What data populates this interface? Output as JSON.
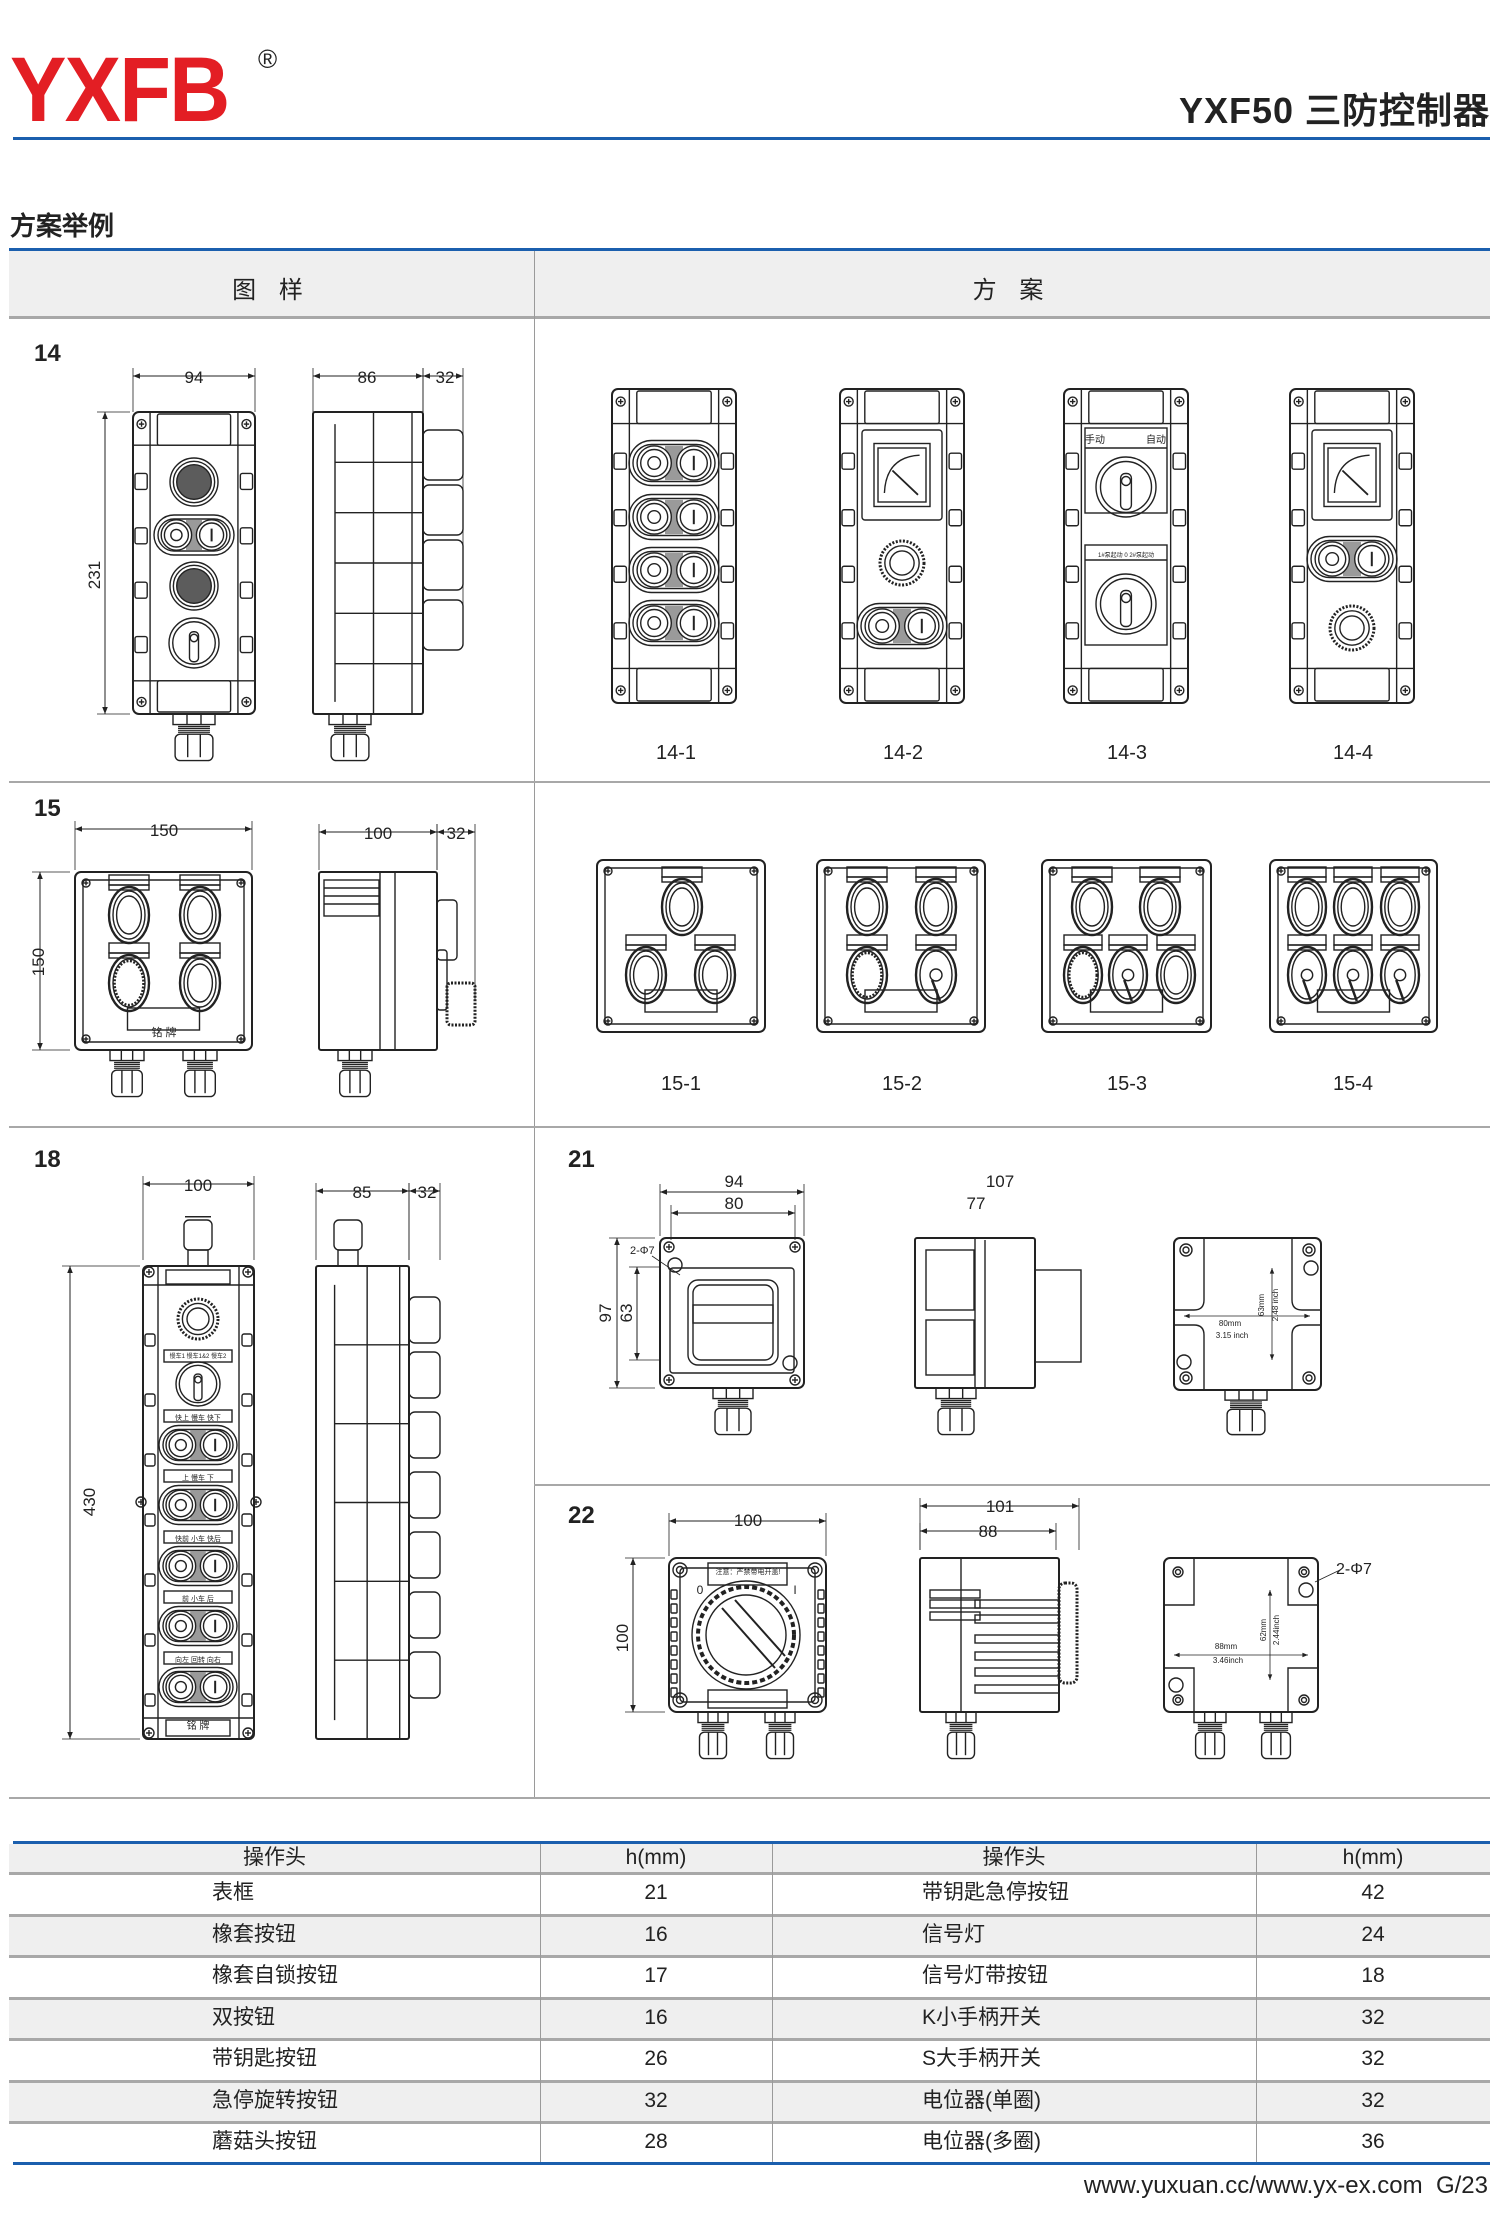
{
  "brand": {
    "logo": "YXFB",
    "registered": "®",
    "logo_color": "#e31e24"
  },
  "header": {
    "title": "YXF50 三防控制器"
  },
  "section_title": "方案举例",
  "colors": {
    "accent": "#1b5fae",
    "header_bg": "#efefef",
    "row_alt_bg": "#efefef"
  },
  "examples": {
    "col_headers": {
      "drawing": "图 样",
      "scheme": "方 案"
    },
    "s14": {
      "label": "14",
      "dims": {
        "front_width": "94",
        "front_height": "231",
        "side_depth": "86",
        "side_protrusion": "32"
      },
      "variants": [
        "14-1",
        "14-2",
        "14-3",
        "14-4"
      ],
      "panel_texts": {
        "manual": "手动",
        "auto": "自动",
        "pump_select": "1#泵起动  0  2#泵起动"
      }
    },
    "s15": {
      "label": "15",
      "dims": {
        "front_width": "150",
        "front_height": "150",
        "side_depth": "100",
        "side_protrusion": "32"
      },
      "nameplate": "铭 牌",
      "variants": [
        "15-1",
        "15-2",
        "15-3",
        "15-4"
      ]
    },
    "s18": {
      "label": "18",
      "dims": {
        "front_width": "100",
        "front_height": "430",
        "side_depth": "85",
        "side_protrusion": "32"
      },
      "plates": [
        "慢车1 慢车1&2 慢车2",
        "快上  慢车  快下",
        "上   慢车   下",
        "快前  小车  快后",
        "前   小车   后",
        "向左  回转  向右"
      ],
      "nameplate": "铭 牌"
    },
    "s21": {
      "label": "21",
      "dims": {
        "front_width": "94",
        "front_inner_width": "80",
        "front_height": "97",
        "front_inner_height": "63",
        "side_total": "107",
        "side_body": "77",
        "holes": "2-Φ7",
        "back_w_mm": "80mm",
        "back_w_in": "3.15 inch",
        "back_h_mm": "63mm",
        "back_h_in": "2.48 inch"
      }
    },
    "s22": {
      "label": "22",
      "dims": {
        "front_width": "100",
        "front_height": "100",
        "side_total": "101",
        "side_body": "88",
        "holes": "2-Φ7",
        "back_w_mm": "88mm",
        "back_w_in": "3.46inch",
        "back_h_mm": "62mm",
        "back_h_in": "2.44inch"
      },
      "warning": "注意：严禁带电开盖!",
      "pos_off": "0",
      "pos_on": "I"
    }
  },
  "heights_table": {
    "headers": [
      "操作头",
      "h(mm)",
      "操作头",
      "h(mm)"
    ],
    "rows": [
      [
        "表框",
        "21",
        "带钥匙急停按钮",
        "42"
      ],
      [
        "橡套按钮",
        "16",
        "信号灯",
        "24"
      ],
      [
        "橡套自锁按钮",
        "17",
        "信号灯带按钮",
        "18"
      ],
      [
        "双按钮",
        "16",
        "K小手柄开关",
        "32"
      ],
      [
        "带钥匙按钮",
        "26",
        "S大手柄开关",
        "32"
      ],
      [
        "急停旋转按钮",
        "32",
        "电位器(单圈)",
        "32"
      ],
      [
        "蘑菇头按钮",
        "28",
        "电位器(多圈)",
        "36"
      ]
    ]
  },
  "footer": {
    "url": "www.yuxuan.cc/www.yx-ex.com",
    "page": "G/23"
  }
}
